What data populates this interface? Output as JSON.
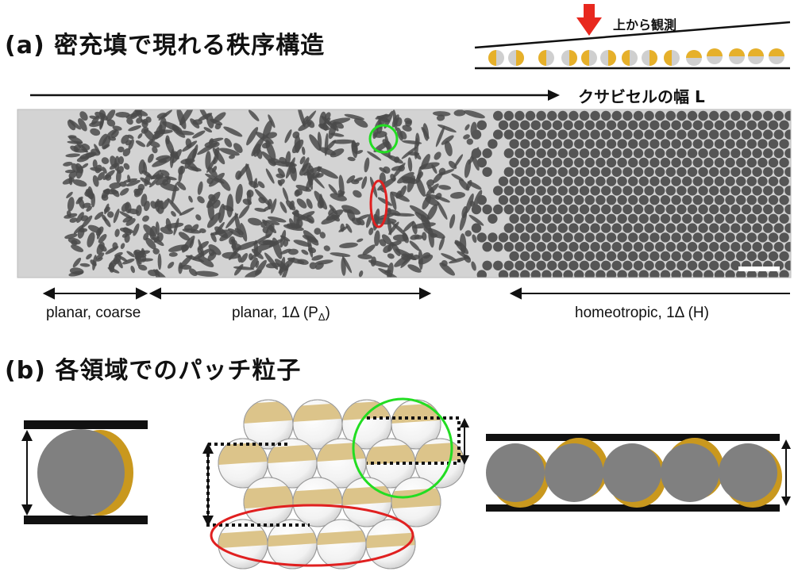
{
  "section_a": {
    "title": "(a) 密充填で現れる秩序構造",
    "observe_label": "上から観測",
    "width_label": "クサビセルの幅 L"
  },
  "micrograph_regions": [
    {
      "label": "planar, coarse"
    },
    {
      "label": "planar, 1Δ (P",
      "sub": "Δ",
      "tail": ")"
    },
    {
      "label": "homeotropic, 1Δ (H)"
    }
  ],
  "section_b": {
    "title": "(b) 各領域でのパッチ粒子"
  },
  "colors": {
    "patch": "#e6b02a",
    "patch_light": "#dcc48a",
    "sphere_gray": "#808080",
    "highlight_green": "#22dd22",
    "highlight_red": "#e02020",
    "arrow_red": "#e8281e"
  }
}
